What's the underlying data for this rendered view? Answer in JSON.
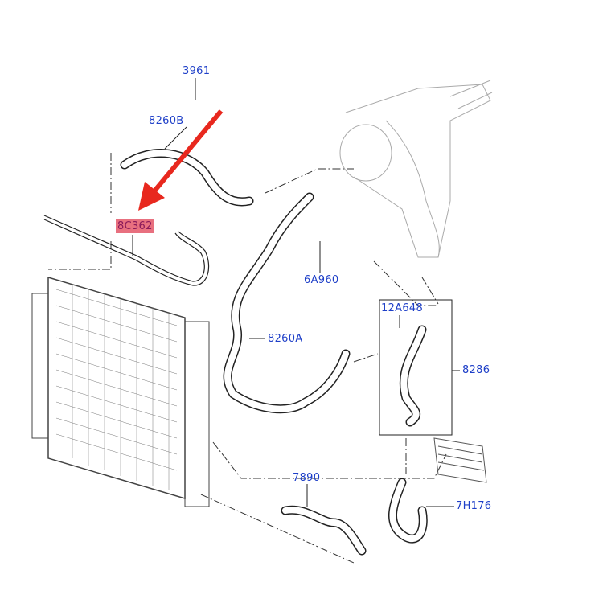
{
  "diagram": {
    "labels": {
      "p3961": "3961",
      "p8260B": "8260B",
      "p8C362": "8C362",
      "p6A960": "6A960",
      "p8260A": "8260A",
      "p12A648": "12A648",
      "p8286": "8286",
      "p7890": "7890",
      "p7H176": "7H176"
    },
    "highlighted_part": "8C362",
    "colors": {
      "label": "#1e3fc8",
      "highlight": "#e8707f",
      "highlight_text": "#8b1a5a",
      "arrow": "#e8281e"
    }
  }
}
